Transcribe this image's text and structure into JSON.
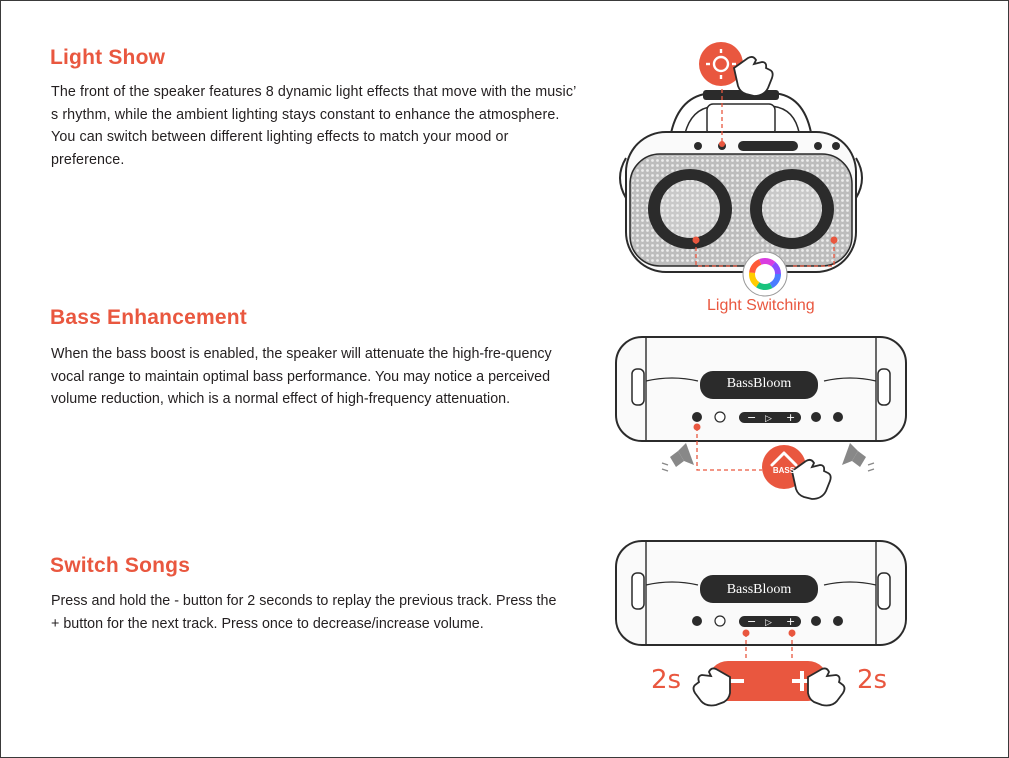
{
  "sections": {
    "light_show": {
      "title": "Light Show",
      "body": "The front of the speaker features 8 dynamic light effects that move with the music’ s rhythm, while the ambient lighting stays constant to enhance the atmosphere. You can switch between different lighting effects to match your mood or preference.",
      "caption": "Light Switching"
    },
    "bass_enhancement": {
      "title": "Bass Enhancement",
      "body": "When the bass boost is enabled, the speaker will attenuate the high-fre-quency vocal range to maintain optimal bass performance. You may notice a perceived volume reduction, which is a normal effect of high-frequency attenuation.",
      "brand": "BassBloom",
      "bass_label": "BASS"
    },
    "switch_songs": {
      "title": "Switch Songs",
      "body": "Press and hold the - button for 2 seconds to replay the previous track. Press the + button for the next track. Press once to decrease/increase volume.",
      "brand": "BassBloom",
      "hold_left": "2s",
      "hold_right": "2s"
    }
  },
  "colors": {
    "accent": "#e9573f",
    "text": "#231f20",
    "device_dark": "#2b2b2b"
  },
  "icons": [
    "light-mode-icon",
    "tap-hand-icon",
    "rgb-ring-icon",
    "bass-button-icon",
    "speaker-vibrate-icon",
    "minus-icon",
    "plus-icon"
  ]
}
